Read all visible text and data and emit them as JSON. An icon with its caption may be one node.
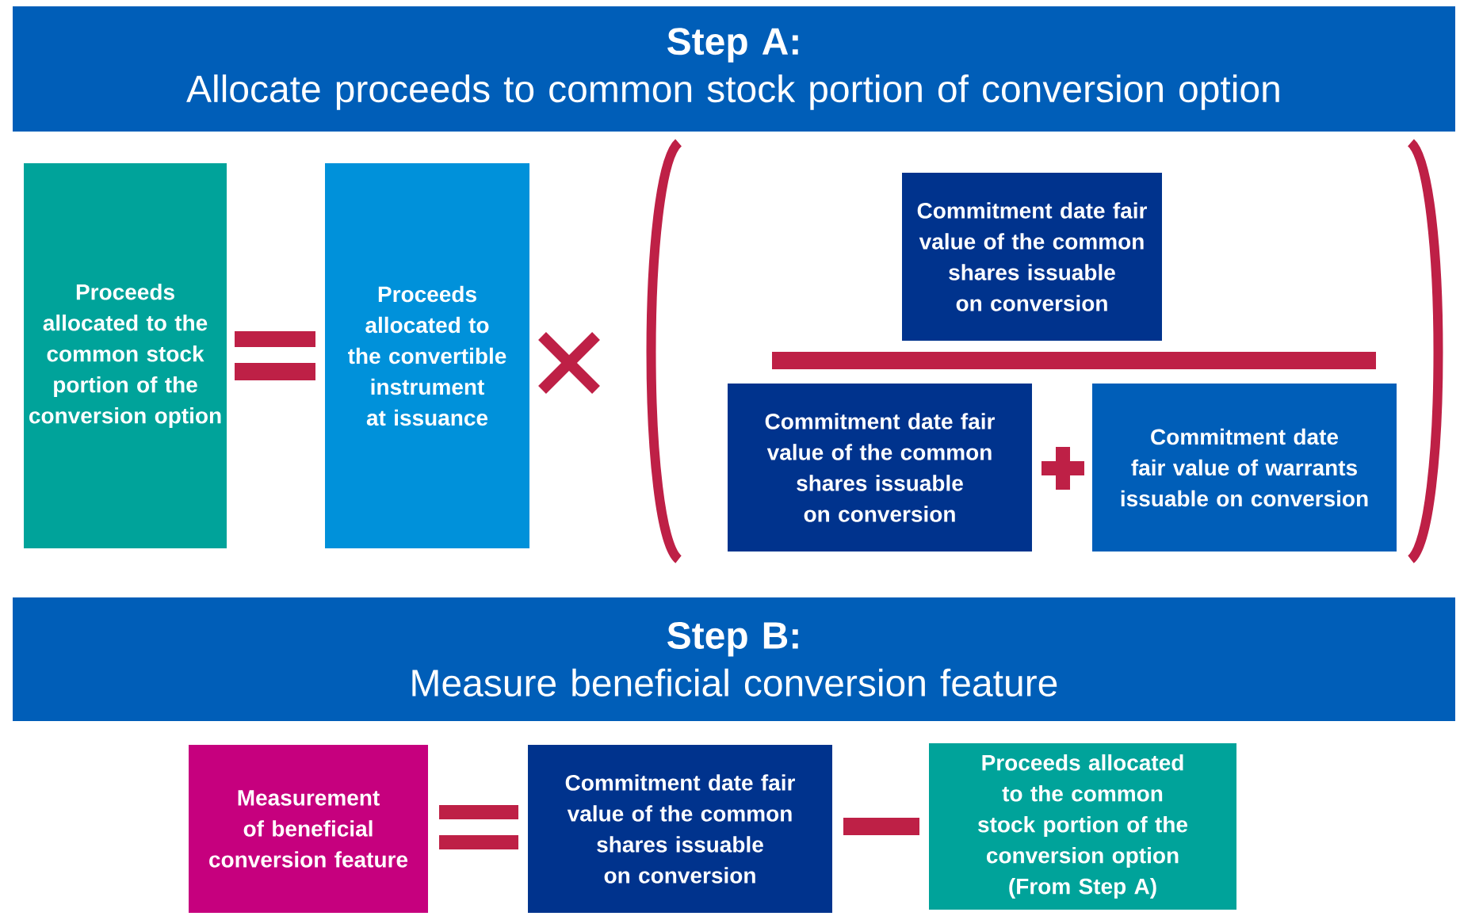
{
  "diagram": {
    "nodes": [
      {
        "text": [
          "Step A:",
          "Allocate proceeds to common stock portion of conversion option"
        ]
      },
      {
        "text": [
          "Proceeds allocated to the common stock portion of the conversion option"
        ]
      },
      {
        "text": [
          "Proceeds allocated to the convertible instrument at issuance"
        ]
      },
      {
        "text": [
          "Commitment date fair value of the common shares issuable on conversion"
        ]
      },
      {
        "text": [
          "Commitment date fair value of the common shares issuable on conversion"
        ]
      },
      {
        "text": [
          "Commitment date fair value of warrants issuable on conversion"
        ]
      },
      {
        "text": [
          "Step B:",
          "Measure beneficial conversion feature"
        ]
      },
      {
        "text": [
          "Measurement of beneficial conversion feature"
        ]
      },
      {
        "text": [
          "Commitment date fair value of the common shares issuable on conversion"
        ]
      },
      {
        "text": [
          "Proceeds allocated to the common stock portion of the conversion option (From Step A)"
        ]
      }
    ]
  }
}
